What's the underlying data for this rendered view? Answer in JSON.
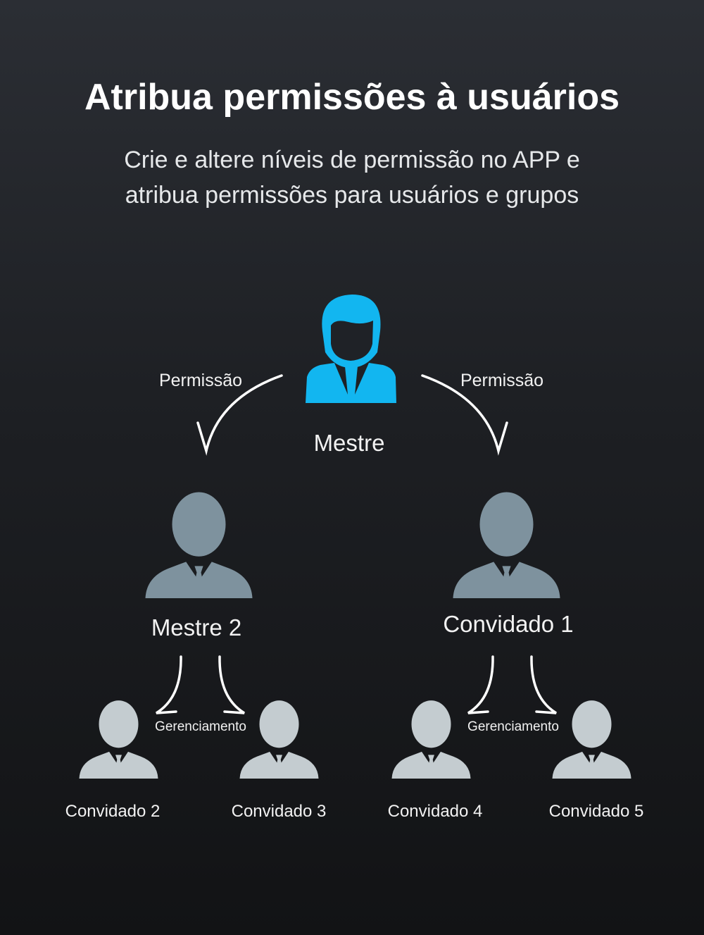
{
  "title": "Atribua permissões à usuários",
  "subtitle_line1": "Crie e altere níveis de permissão no APP e",
  "subtitle_line2": "atribua permissões para usuários e grupos",
  "colors": {
    "master": "#12b6f0",
    "level2": "#7e929e",
    "level3": "#c4ccd0"
  },
  "nodes": {
    "master": "Mestre",
    "master2": "Mestre 2",
    "guest1": "Convidado 1",
    "guest2": "Convidado 2",
    "guest3": "Convidado 3",
    "guest4": "Convidado 4",
    "guest5": "Convidado 5"
  },
  "edges": {
    "permission_left": "Permissão",
    "permission_right": "Permissão",
    "management_left": "Gerenciamento",
    "management_right": "Gerenciamento"
  }
}
